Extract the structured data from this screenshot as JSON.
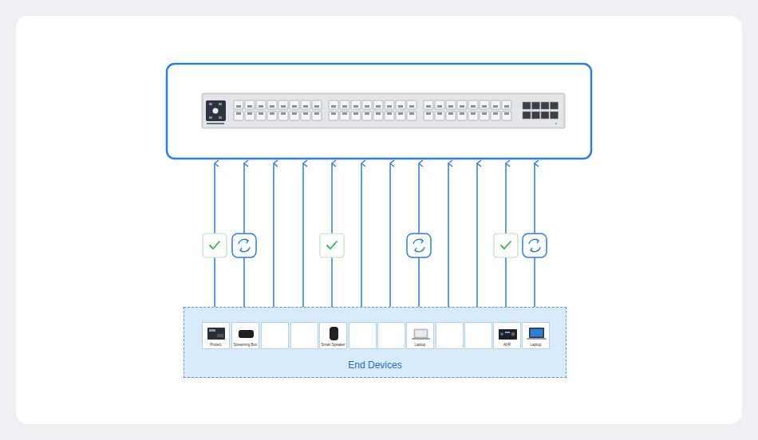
{
  "diagram": {
    "nodes": [
      {
        "text": [
          "End Devices"
        ]
      },
      {
        "text": [
          "Protect"
        ],
        "in": 0
      },
      {
        "text": [
          "Streaming Box"
        ],
        "in": 0
      },
      {
        "text": [
          "Smart Speaker"
        ],
        "in": 0
      },
      {
        "text": [
          "Laptop"
        ],
        "in": 0
      },
      {
        "text": [
          "AVR"
        ],
        "in": 0
      },
      {
        "text": [
          "Laptop"
        ],
        "in": 0
      }
    ]
  }
}
